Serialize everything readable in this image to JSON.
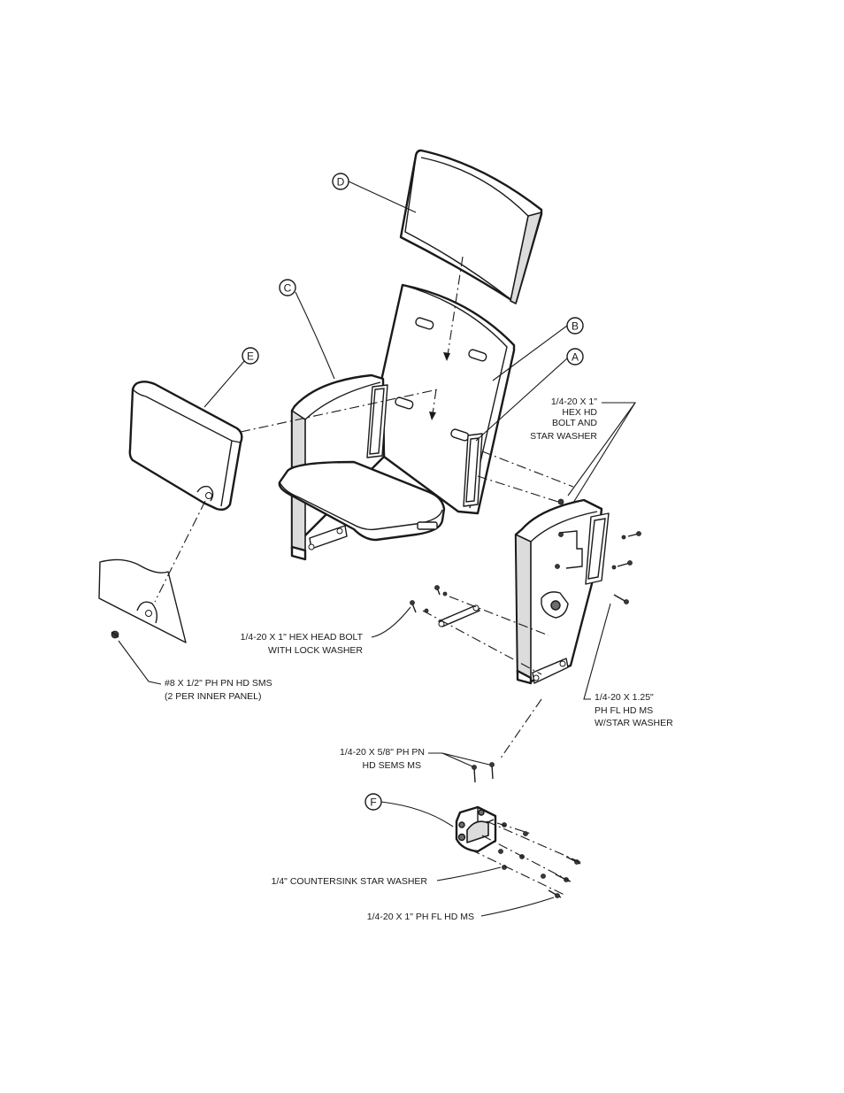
{
  "callouts": {
    "D": "D",
    "C": "C",
    "B": "B",
    "A": "A",
    "E": "E",
    "F": "F"
  },
  "notes": {
    "hex_bolt_star": [
      "1/4-20 X 1\"",
      "HEX HD",
      "BOLT AND",
      "STAR WASHER"
    ],
    "hex_bolt_lock": [
      "1/4-20 X 1\" HEX HEAD BOLT",
      "WITH LOCK WASHER"
    ],
    "sms_screw": [
      "#8 X 1/2\" PH PN HD SMS",
      "(2 PER INNER PANEL)"
    ],
    "ph_fl_125": [
      "1/4-20 X 1.25\"",
      "PH FL HD MS",
      "W/STAR WASHER"
    ],
    "sems": [
      "1/4-20 X 5/8\" PH PN",
      "HD SEMS MS"
    ],
    "countersink_washer": "1/4\" COUNTERSINK STAR WASHER",
    "ph_fl_1": "1/4-20 X 1\" PH FL HD MS"
  }
}
